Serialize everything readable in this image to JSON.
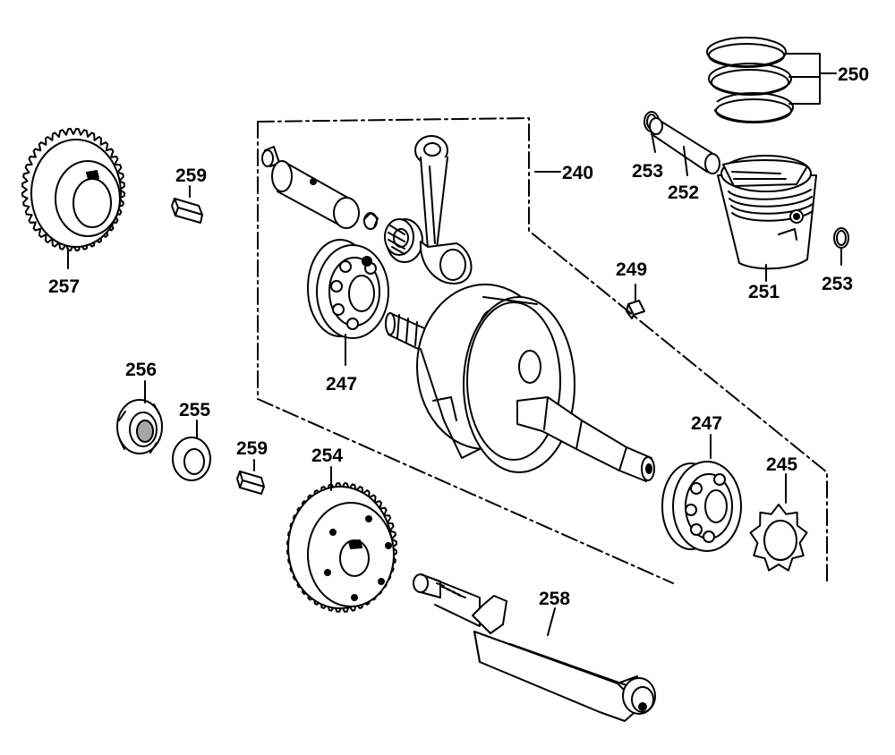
{
  "colors": {
    "background": "#ffffff",
    "ink": "#000000",
    "shade": "#d9d9d9"
  },
  "callouts": {
    "c240": "240",
    "c245": "245",
    "c247a": "247",
    "c247b": "247",
    "c249": "249",
    "c250": "250",
    "c251": "251",
    "c252": "252",
    "c253a": "253",
    "c253b": "253",
    "c254": "254",
    "c255": "255",
    "c256": "256",
    "c257": "257",
    "c258": "258",
    "c259a": "259",
    "c259b": "259"
  }
}
